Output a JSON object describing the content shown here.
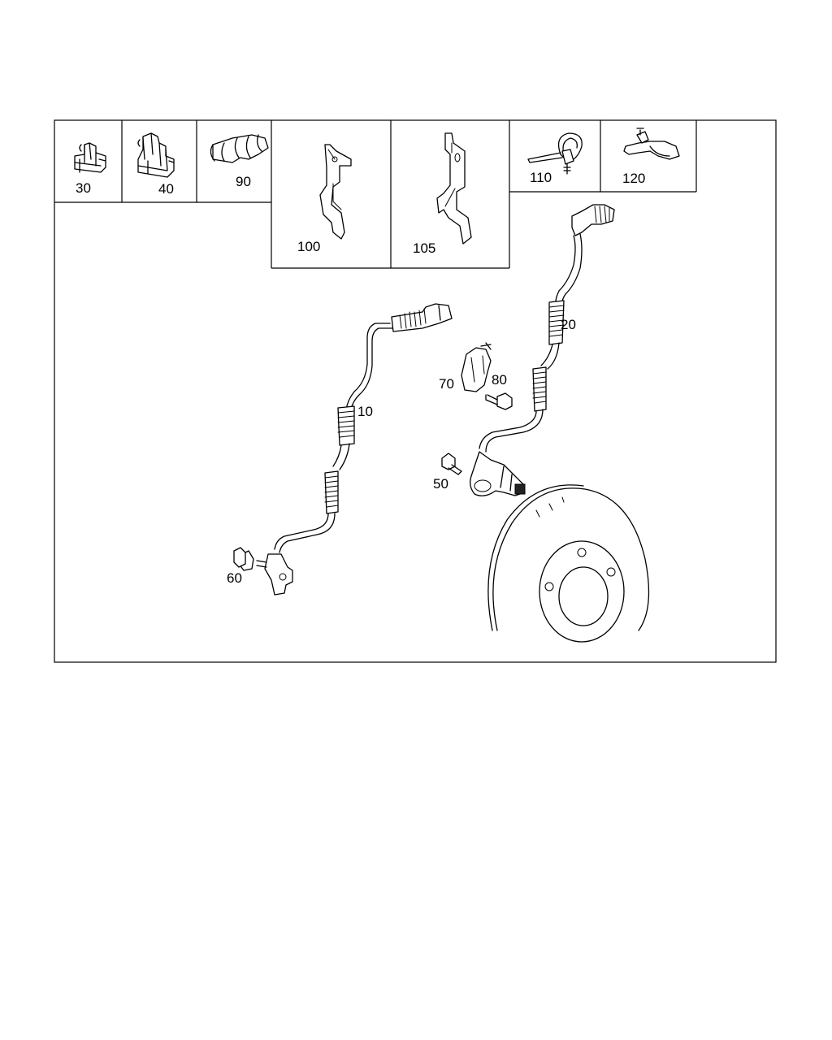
{
  "labels": {
    "p10": "10",
    "p20": "20",
    "p30": "30",
    "p40": "40",
    "p50": "50",
    "p60": "60",
    "p70": "70",
    "p80": "80",
    "p90": "90",
    "p100": "100",
    "p105": "105",
    "p110": "110",
    "p120": "120"
  }
}
